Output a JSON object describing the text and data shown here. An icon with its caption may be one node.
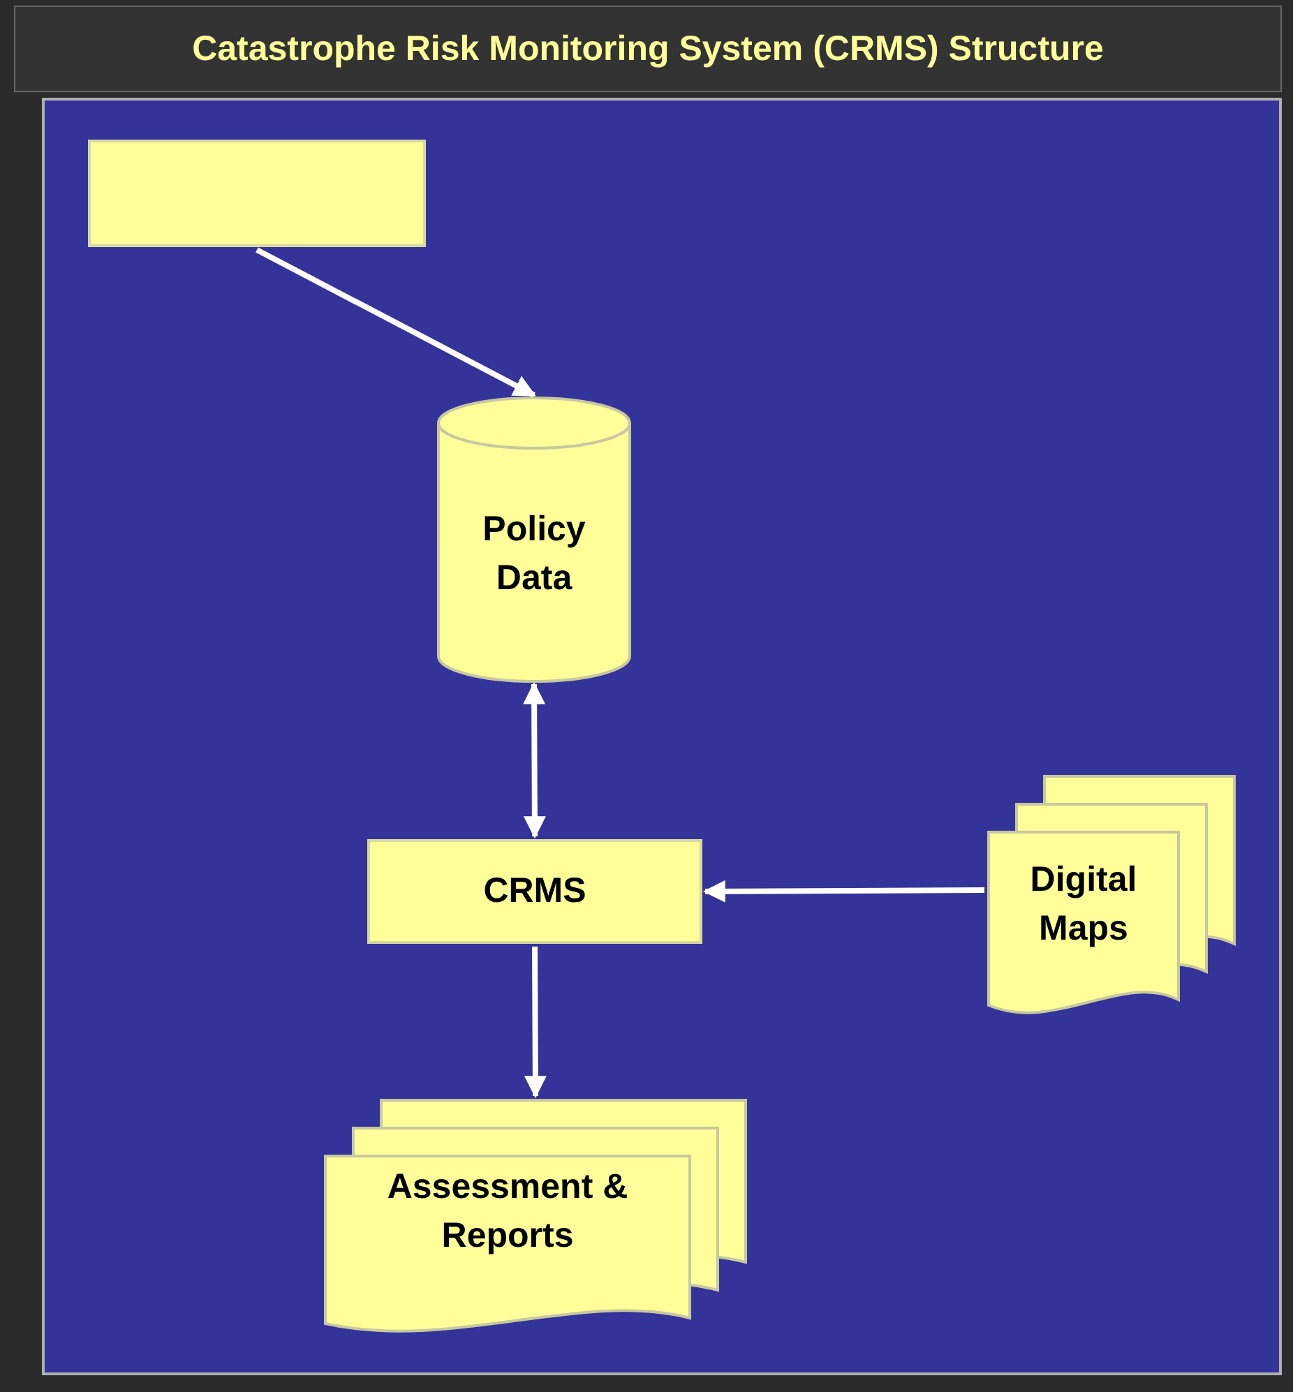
{
  "diagram": {
    "title": "Catastrophe Risk Monitoring System (CRMS) Structure",
    "nodes": [
      {
        "text": [],
        "shape": "box"
      },
      {
        "text": [
          "Policy Data"
        ]
      },
      {
        "text": [
          "CRMS"
        ]
      },
      {
        "text": [
          "Digital Maps"
        ]
      },
      {
        "text": [
          "Assessment & Reports"
        ]
      }
    ],
    "edges": [
      {
        "from": 0,
        "to": 1,
        "arrow": "to"
      },
      {
        "from": 1,
        "to": 2,
        "arrow": "both"
      },
      {
        "from": 3,
        "to": 2,
        "arrow": "to"
      },
      {
        "from": 2,
        "to": 4,
        "arrow": "to"
      }
    ]
  }
}
